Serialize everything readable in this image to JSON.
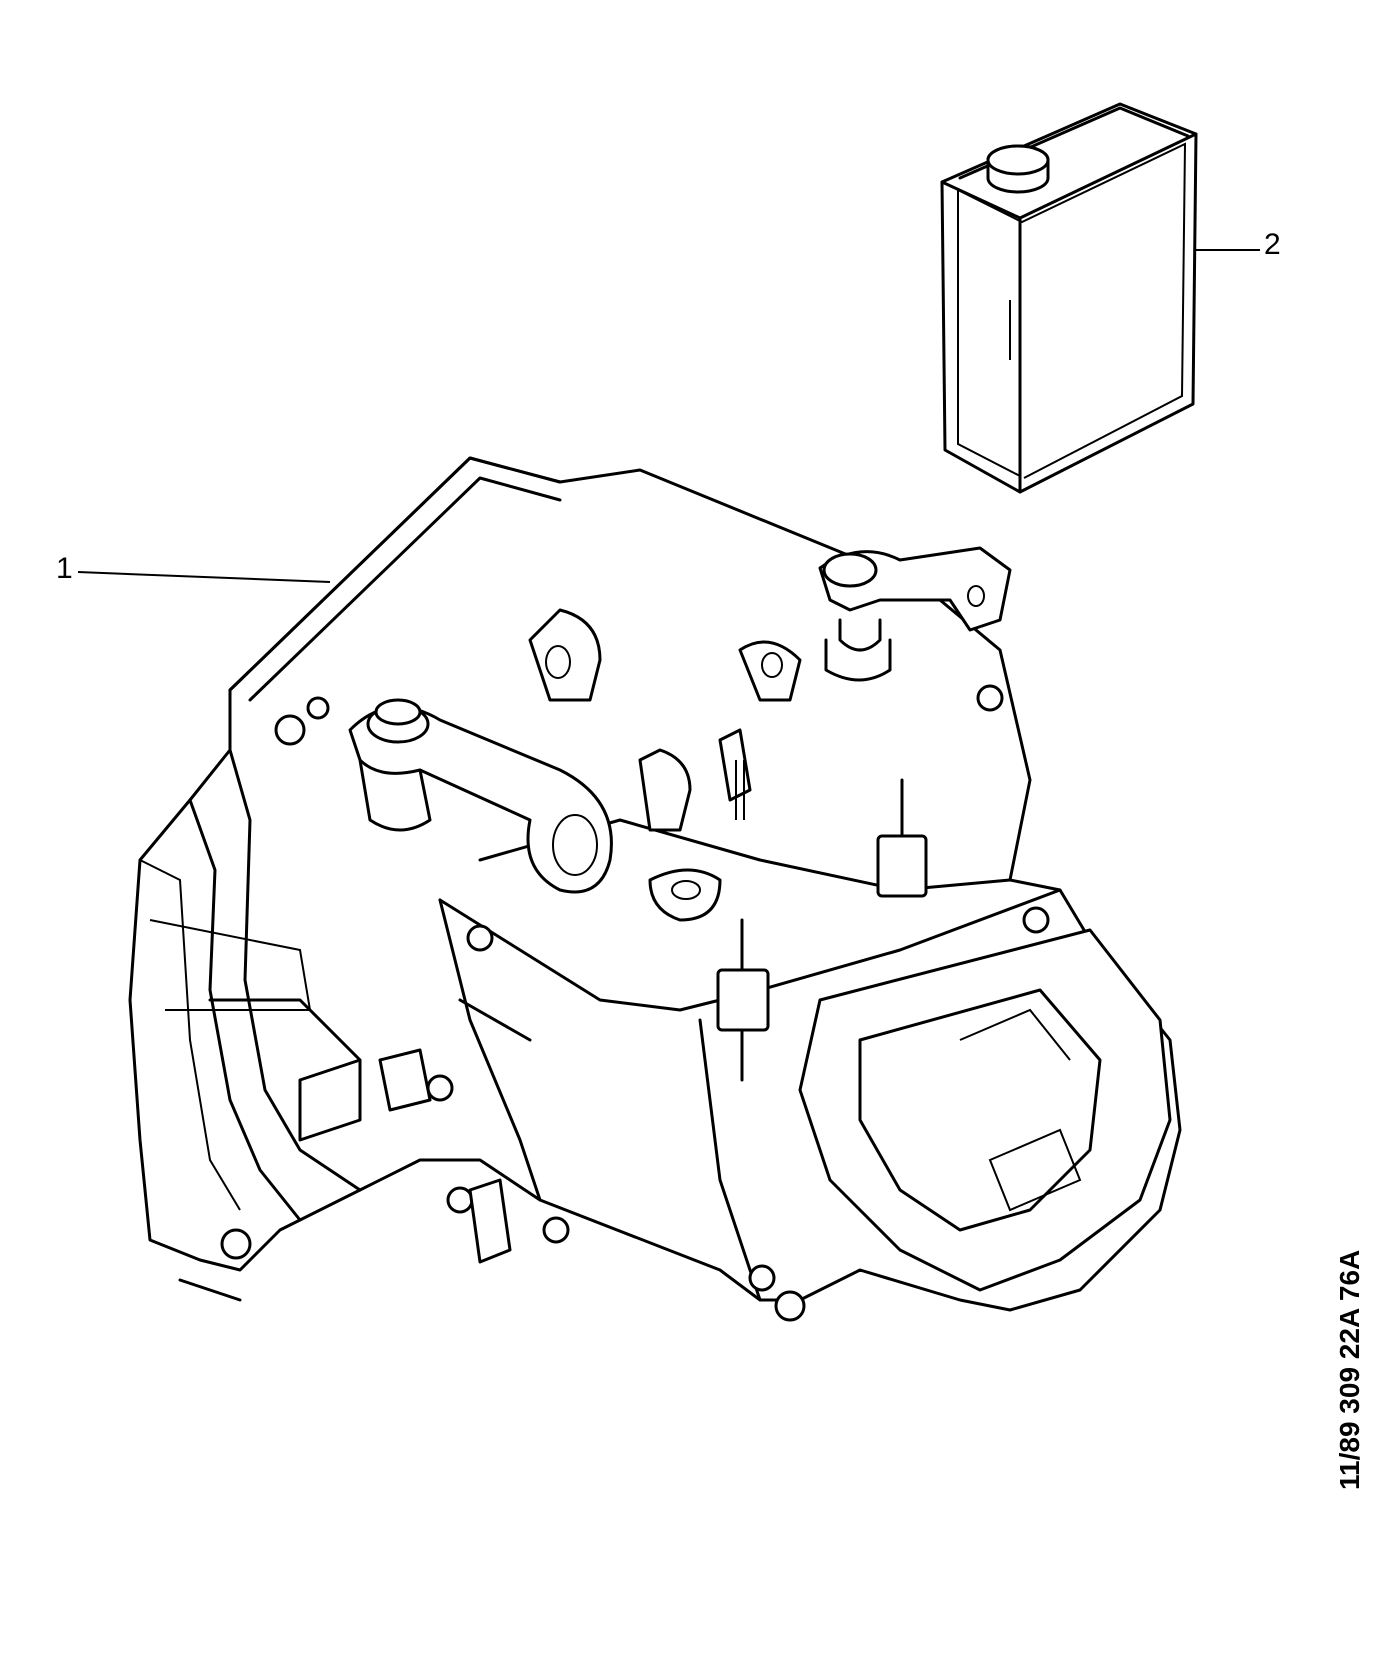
{
  "diagram": {
    "callouts": [
      {
        "id": "1",
        "label": "1",
        "part": "gearbox-assembly"
      },
      {
        "id": "2",
        "label": "2",
        "part": "oil-can"
      }
    ],
    "reference_code": "11/89  309  22A 76A"
  }
}
